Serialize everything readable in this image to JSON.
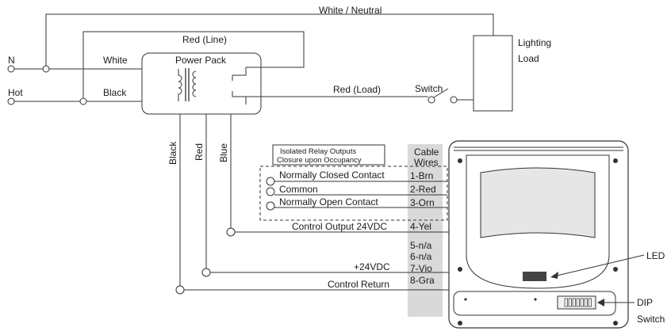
{
  "top": {
    "neutral_label": "White / Neutral"
  },
  "line": {
    "label": "Red (Line)"
  },
  "inputs": {
    "n_label": "N",
    "hot_label": "Hot",
    "white_label": "White",
    "black_label": "Black"
  },
  "power_pack": {
    "title": "Power Pack"
  },
  "load": {
    "label_line1": "Lighting",
    "label_line2": "Load",
    "red_load_label": "Red (Load)",
    "switch_label": "Switch"
  },
  "vertical_wires": {
    "black": "Black",
    "red": "Red",
    "blue": "Blue"
  },
  "relay": {
    "header_line1": "Isolated Relay Outputs",
    "header_line2": "Closure upon Occupancy",
    "items": [
      "Normally Closed Contact",
      "Common",
      "Normally Open Contact"
    ]
  },
  "cable": {
    "header_line1": "Cable",
    "header_line2": "Wires",
    "wires": [
      "1-Brn",
      "2-Red",
      "3-Orn",
      "4-Yel",
      "5-n/a",
      "6-n/a",
      "7-Vio",
      "8-Gra"
    ]
  },
  "control": {
    "output_label": "Control Output 24VDC",
    "plus24_label": "+24VDC",
    "return_label": "Control Return"
  },
  "sensor": {
    "led_label": "LED",
    "dip_label_line1": "DIP",
    "dip_label_line2": "Switch"
  }
}
